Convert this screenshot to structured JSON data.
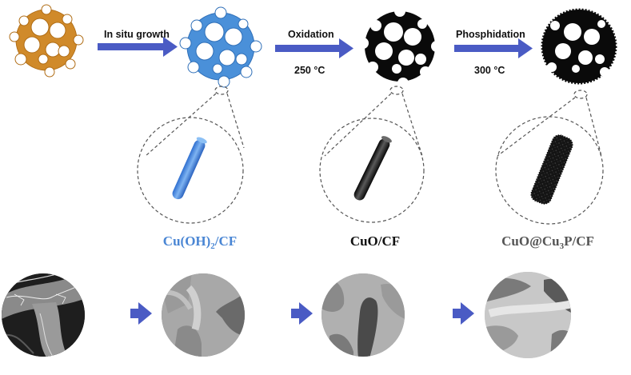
{
  "steps": [
    {
      "label": "In situ growth",
      "temperature": ""
    },
    {
      "label": "Oxidation",
      "temperature": "250 °C"
    },
    {
      "label": "Phosphidation",
      "temperature": "300 °C"
    }
  ],
  "materials": [
    {
      "name_parts": [
        "Cu(OH)",
        "2",
        "/CF"
      ],
      "color": "#4a86d4"
    },
    {
      "name_parts": [
        "CuO/CF"
      ],
      "color": "#111111"
    },
    {
      "name_parts": [
        "CuO@Cu",
        "3",
        "P/CF"
      ],
      "color": "#555555"
    }
  ],
  "colors": {
    "foam_raw": "#d08a2a",
    "foam_hydroxide": "#4a90d9",
    "foam_oxide": "#0a0a0a",
    "arrow": "#4a5bc4"
  }
}
